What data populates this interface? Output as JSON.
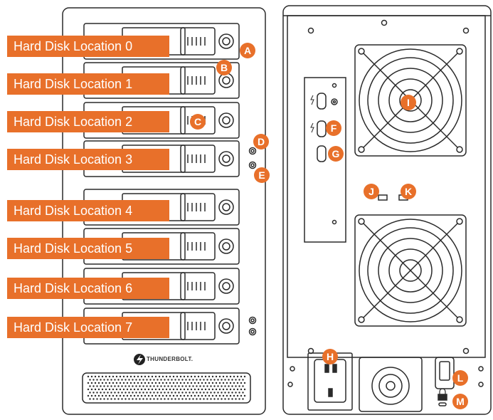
{
  "colors": {
    "accent": "#e8702a",
    "line": "#2a2a2a",
    "fill": "#ffffff"
  },
  "disk_labels": [
    "Hard Disk Location 0",
    "Hard Disk Location 1",
    "Hard Disk Location 2",
    "Hard Disk Location 3",
    "Hard Disk Location 4",
    "Hard Disk Location 5",
    "Hard Disk Location 6",
    "Hard Disk Location 7"
  ],
  "callouts": {
    "A": "A",
    "B": "B",
    "C": "C",
    "D": "D",
    "E": "E",
    "F": "F",
    "G": "G",
    "H": "H",
    "I": "I",
    "J": "J",
    "K": "K",
    "L": "L",
    "M": "M"
  },
  "brand": {
    "logo_text": "THUNDERBOLT."
  },
  "icons": [
    "thunderbolt-icon",
    "fan-grille-icon",
    "power-socket-icon",
    "lock-icon",
    "power-switch-icon",
    "led-icon"
  ]
}
